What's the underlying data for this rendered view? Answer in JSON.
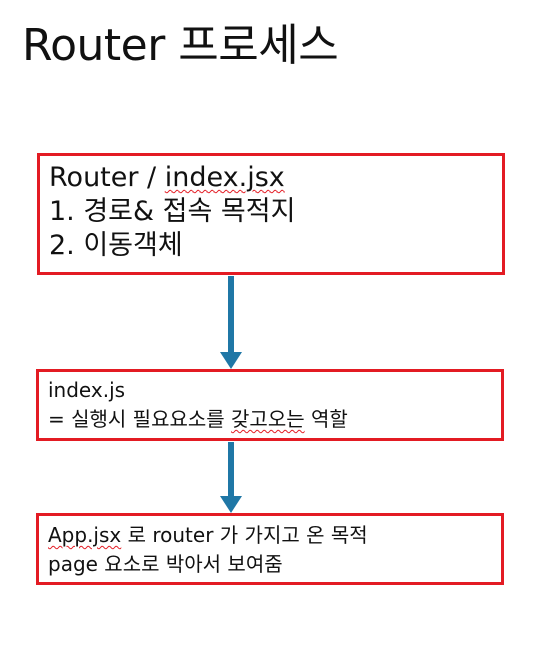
{
  "title": "Router 프로세스",
  "colors": {
    "box_border": "#e31b23",
    "arrow": "#1f77a6",
    "spellcheck_underline": "#e31b23"
  },
  "boxes": [
    {
      "lines": [
        "Router / index.jsx",
        "1. 경로& 접속 목적지",
        "2. 이동객체"
      ]
    },
    {
      "lines": [
        "index.js",
        "= 실행시 필요요소를 갖고오는 역할"
      ]
    },
    {
      "lines": [
        "App.jsx 로 router 가 가지고 온 목적",
        "page 요소로 박아서 보여줌"
      ]
    }
  ],
  "arrows": [
    {
      "from": "box-1",
      "to": "box-2"
    },
    {
      "from": "box-2",
      "to": "box-3"
    }
  ]
}
